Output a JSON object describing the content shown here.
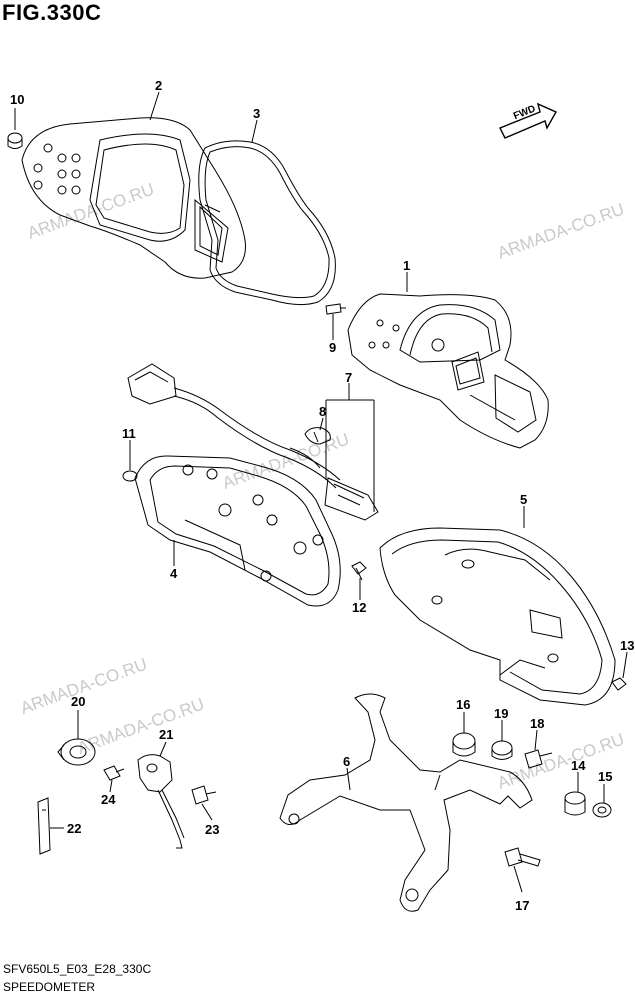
{
  "figure": {
    "title": "FIG.330C",
    "footer_code": "SFV650L5_E03_E28_330C",
    "footer_name": "SPEEDOMETER",
    "direction_label": "FWD"
  },
  "watermarks": [
    "ARMADA-CO.RU",
    "ARMADA-CO.RU",
    "ARMADA-CO.RU",
    "ARMADA-CO.RU",
    "ARMADA-CO.RU",
    "ARMADA-CO.RU"
  ],
  "callouts": [
    "1",
    "2",
    "3",
    "4",
    "5",
    "6",
    "7",
    "8",
    "9",
    "10",
    "11",
    "12",
    "13",
    "14",
    "15",
    "16",
    "17",
    "18",
    "19",
    "20",
    "21",
    "22",
    "23",
    "24"
  ]
}
